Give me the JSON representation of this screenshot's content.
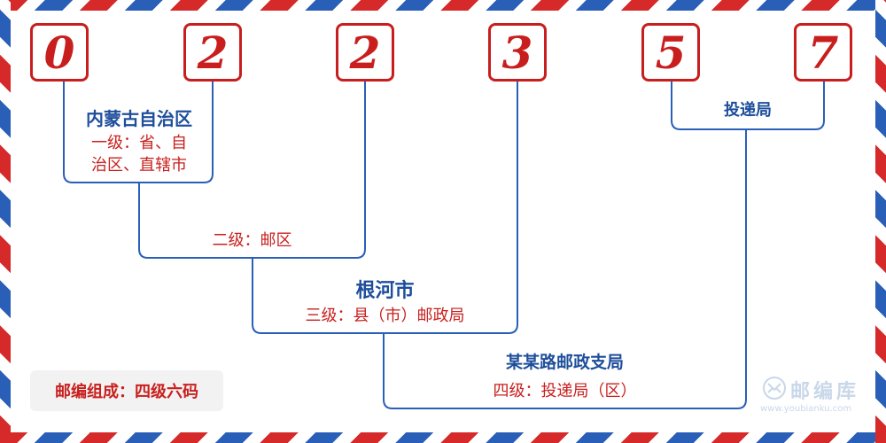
{
  "digits": [
    "0",
    "2",
    "2",
    "3",
    "5",
    "7"
  ],
  "level1": {
    "name": "内蒙古自治区",
    "desc_line1": "一级：省、自",
    "desc_line2": "治区、直辖市"
  },
  "level2": {
    "desc": "二级：邮区"
  },
  "level3": {
    "name": "根河市",
    "desc": "三级：县（市）邮政局"
  },
  "level4": {
    "name": "某某路邮政支局",
    "desc": "四级：投递局（区）"
  },
  "delivery": {
    "name": "投递局"
  },
  "footer": {
    "composition": "邮编组成：四级六码"
  },
  "watermark": {
    "name": "邮编库",
    "url": "www.youbianku.com",
    "icon": "envelope-icon"
  },
  "colors": {
    "red": "#c8201e",
    "blue": "#1e4e9b",
    "line": "#2a5fb8"
  }
}
